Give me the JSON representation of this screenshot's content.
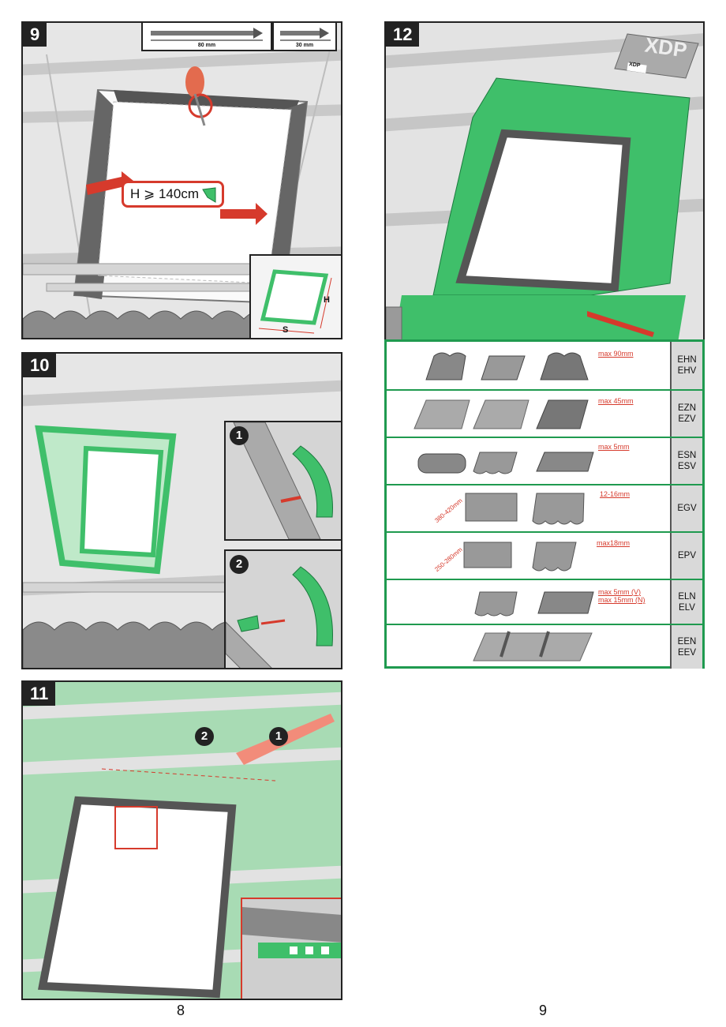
{
  "panels": {
    "p9": {
      "number": "9",
      "screw_long": "80 mm",
      "screw_short": "30 mm",
      "height_rule": "H ⩾ 140cm",
      "inset_h": "H",
      "inset_s": "S"
    },
    "p10": {
      "number": "10",
      "step1": "1",
      "step2": "2"
    },
    "p11": {
      "number": "11",
      "step1": "1",
      "step2": "2"
    },
    "p12": {
      "number": "12",
      "package_label": "XDP",
      "package_small": "XDP"
    }
  },
  "flashing_table": {
    "rows": [
      {
        "code1": "EHN",
        "code2": "EHV",
        "max": "max 90mm",
        "range": ""
      },
      {
        "code1": "EZN",
        "code2": "EZV",
        "max": "max 45mm",
        "range": ""
      },
      {
        "code1": "ESN",
        "code2": "ESV",
        "max": "max 5mm",
        "range": ""
      },
      {
        "code1": "EGV",
        "code2": "",
        "max": "12-16mm",
        "range": "380-420mm"
      },
      {
        "code1": "EPV",
        "code2": "",
        "max": "max18mm",
        "range": "250-280mm"
      },
      {
        "code1": "ELN",
        "code2": "ELV",
        "max": "max 5mm (V)",
        "max2": "max 15mm (N)",
        "range": ""
      },
      {
        "code1": "EEN",
        "code2": "EEV",
        "max": "",
        "range": ""
      }
    ]
  },
  "page_numbers": {
    "left": "8",
    "right": "9"
  },
  "colors": {
    "green": "#3fbf6a",
    "red": "#d63a2c",
    "frame": "#555555"
  }
}
